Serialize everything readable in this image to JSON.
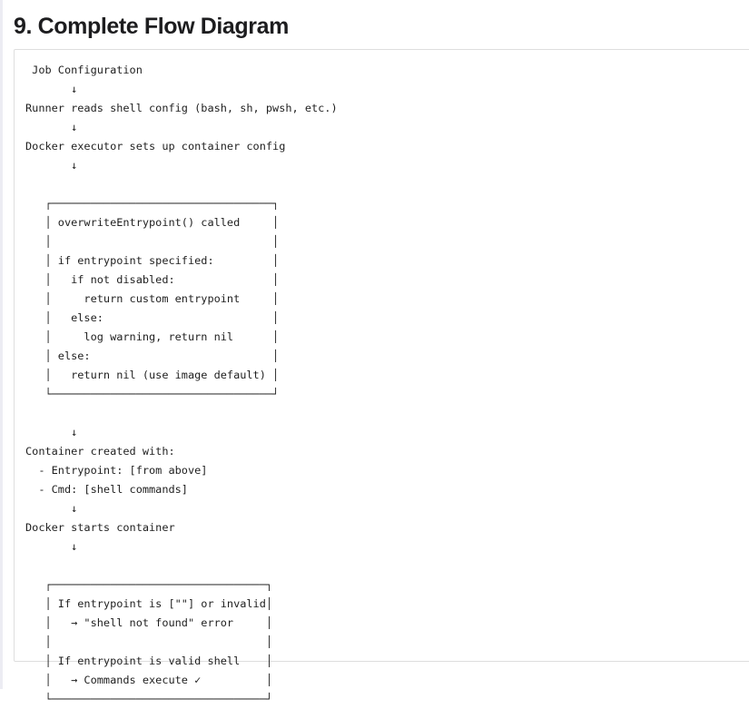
{
  "section": {
    "title": "9. Complete Flow Diagram",
    "next_heading_partial": "1"
  },
  "diagram": {
    "lines": [
      " Job Configuration",
      "       ↓",
      "Runner reads shell config (bash, sh, pwsh, etc.)",
      "       ↓",
      "Docker executor sets up container config",
      "       ↓",
      "",
      "   ┌──────────────────────────────────┐",
      "   │ overwriteEntrypoint() called     │",
      "   │                                  │",
      "   │ if entrypoint specified:         │",
      "   │   if not disabled:               │",
      "   │     return custom entrypoint     │",
      "   │   else:                          │",
      "   │     log warning, return nil      │",
      "   │ else:                            │",
      "   │   return nil (use image default) │",
      "   └──────────────────────────────────┘",
      "",
      "       ↓",
      "Container created with:",
      "  - Entrypoint: [from above]",
      "  - Cmd: [shell commands]",
      "       ↓",
      "Docker starts container",
      "       ↓",
      "",
      "   ┌─────────────────────────────────┐",
      "   │ If entrypoint is [\"\"] or invalid│",
      "   │   → \"shell not found\" error     │",
      "   │                                 │",
      "   │ If entrypoint is valid shell    │",
      "   │   → Commands execute ✓          │",
      "   └─────────────────────────────────┘"
    ]
  }
}
